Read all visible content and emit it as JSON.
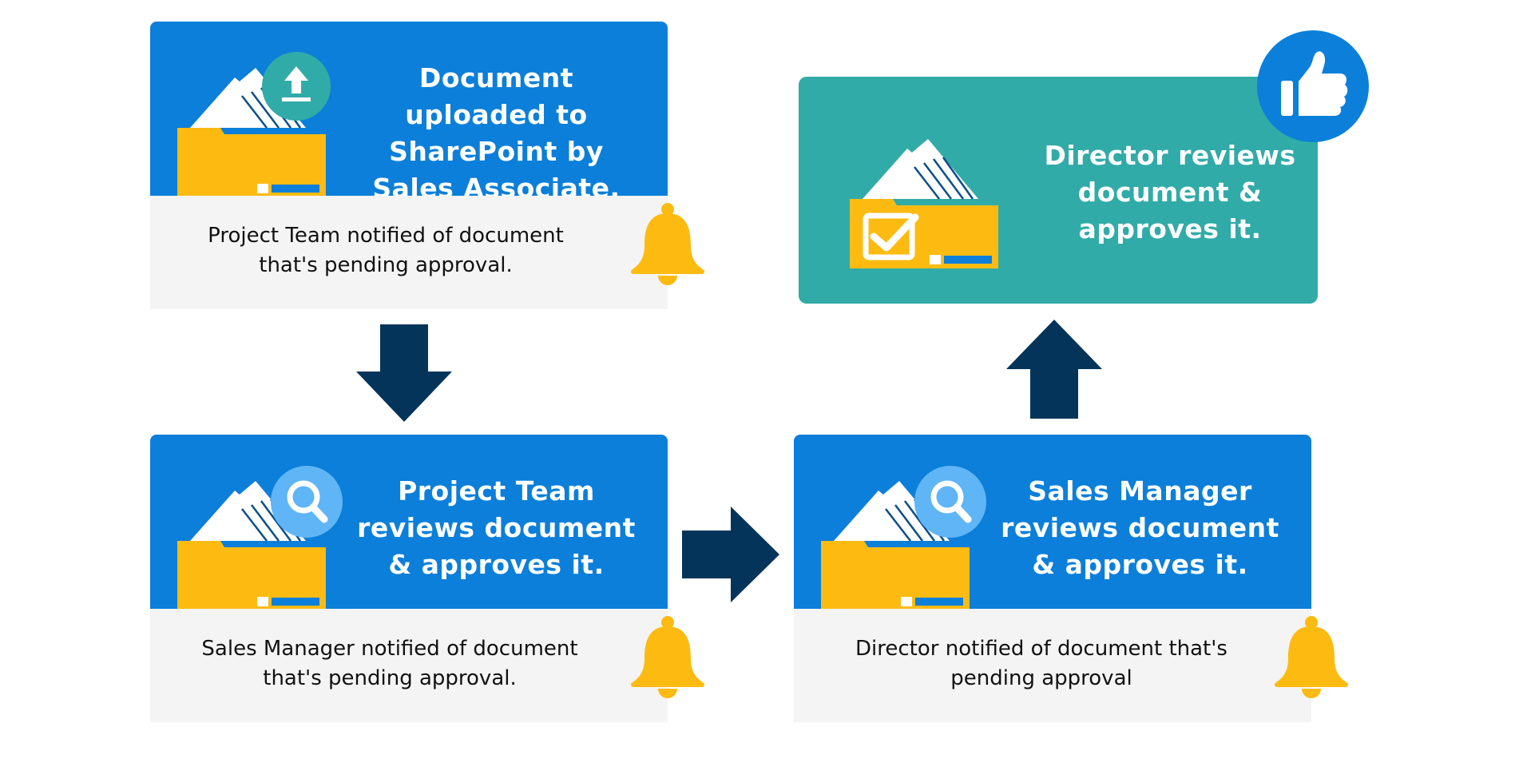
{
  "steps": [
    {
      "title": "Document uploaded to SharePoint by Sales Associate.",
      "note": "Project Team notified of document that's pending approval.",
      "badge_icon": "upload-icon"
    },
    {
      "title": "Project Team reviews document & approves it.",
      "note": "Sales Manager notified of document that's pending approval.",
      "badge_icon": "magnifier-icon"
    },
    {
      "title": "Sales Manager reviews document & approves it.",
      "note": "Director notified of document that's pending approval",
      "badge_icon": "magnifier-icon"
    },
    {
      "title": "Director reviews document & approves it.",
      "badge_icon": "thumbs-up-icon"
    }
  ],
  "colors": {
    "blue": "#0b7fd9",
    "teal": "#31aba7",
    "folder": "#fdbb12",
    "arrow": "#04345a",
    "note_bg": "#f4f4f4"
  }
}
